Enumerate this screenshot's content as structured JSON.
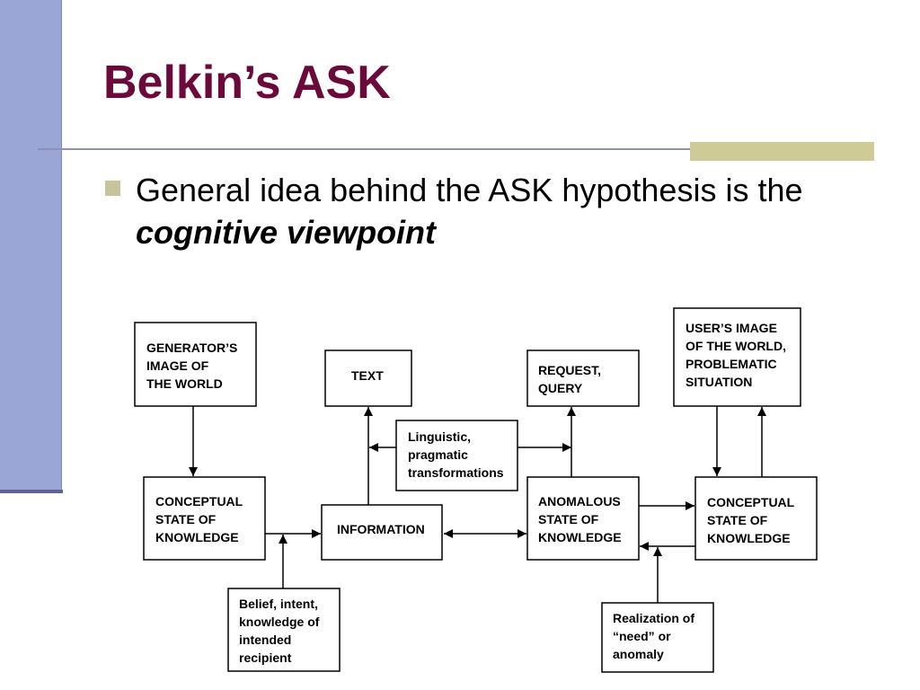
{
  "slide": {
    "title": "Belkin’s ASK",
    "bullet": {
      "prefix": "General idea behind the ASK hypothesis is the ",
      "emphasis": "cognitive viewpoint"
    }
  },
  "diagram": {
    "boxes": {
      "generator_image": [
        "GENERATOR’S",
        "IMAGE OF",
        "THE WORLD"
      ],
      "text": [
        "TEXT"
      ],
      "request_query": [
        "REQUEST,",
        "QUERY"
      ],
      "users_image": [
        "USER’S IMAGE",
        "OF THE WORLD,",
        "PROBLEMATIC",
        "SITUATION"
      ],
      "linguistic": [
        "Linguistic,",
        "pragmatic",
        "transformations"
      ],
      "conceptual_left": [
        "CONCEPTUAL",
        "STATE OF",
        "KNOWLEDGE"
      ],
      "information": [
        "INFORMATION"
      ],
      "anomalous": [
        "ANOMALOUS",
        "STATE OF",
        "KNOWLEDGE"
      ],
      "conceptual_right": [
        "CONCEPTUAL",
        "STATE OF",
        "KNOWLEDGE"
      ],
      "belief": [
        "Belief, intent,",
        "knowledge of",
        "intended",
        "recipient"
      ],
      "realization": [
        "Realization of",
        "“need” or",
        "anomaly"
      ]
    }
  }
}
